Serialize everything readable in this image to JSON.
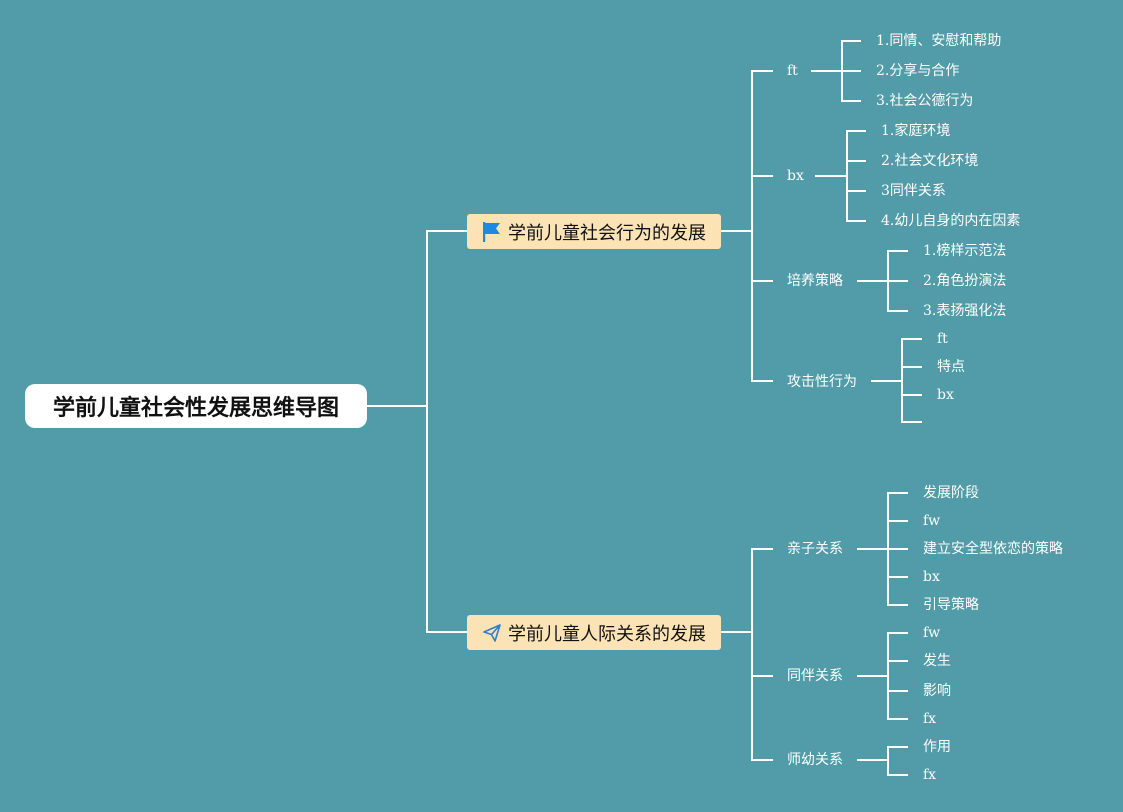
{
  "root": {
    "title": "学前儿童社会性发展思维导图"
  },
  "branch1": {
    "label": "学前儿童社会行为的发展",
    "icon": "flag-icon",
    "topics": [
      {
        "label": "ft",
        "children": [
          "1.同情、安慰和帮助",
          "2.分享与合作",
          "3.社会公德行为"
        ]
      },
      {
        "label": "bx",
        "children": [
          "1.家庭环境",
          "2.社会文化环境",
          "3同伴关系",
          "4.幼儿自身的内在因素"
        ]
      },
      {
        "label": "培养策略",
        "children": [
          "1.榜样示范法",
          "2.角色扮演法",
          "3.表扬强化法"
        ]
      },
      {
        "label": "攻击性行为",
        "children": [
          "ft",
          "特点",
          "bx",
          ""
        ]
      }
    ]
  },
  "branch2": {
    "label": "学前儿童人际关系的发展",
    "icon": "paper-plane-icon",
    "topics": [
      {
        "label": "亲子关系",
        "children": [
          "发展阶段",
          "fw",
          "建立安全型依恋的策略",
          "bx",
          "引导策略"
        ]
      },
      {
        "label": "同伴关系",
        "children": [
          "fw",
          "发生",
          "影响",
          "fx"
        ]
      },
      {
        "label": "师幼关系",
        "children": [
          "作用",
          "fx"
        ]
      }
    ]
  },
  "colors": {
    "background": "#519CA8",
    "branch_fill": "#FCE3B5",
    "line": "#ffffff",
    "flag": "#1E88E5"
  }
}
